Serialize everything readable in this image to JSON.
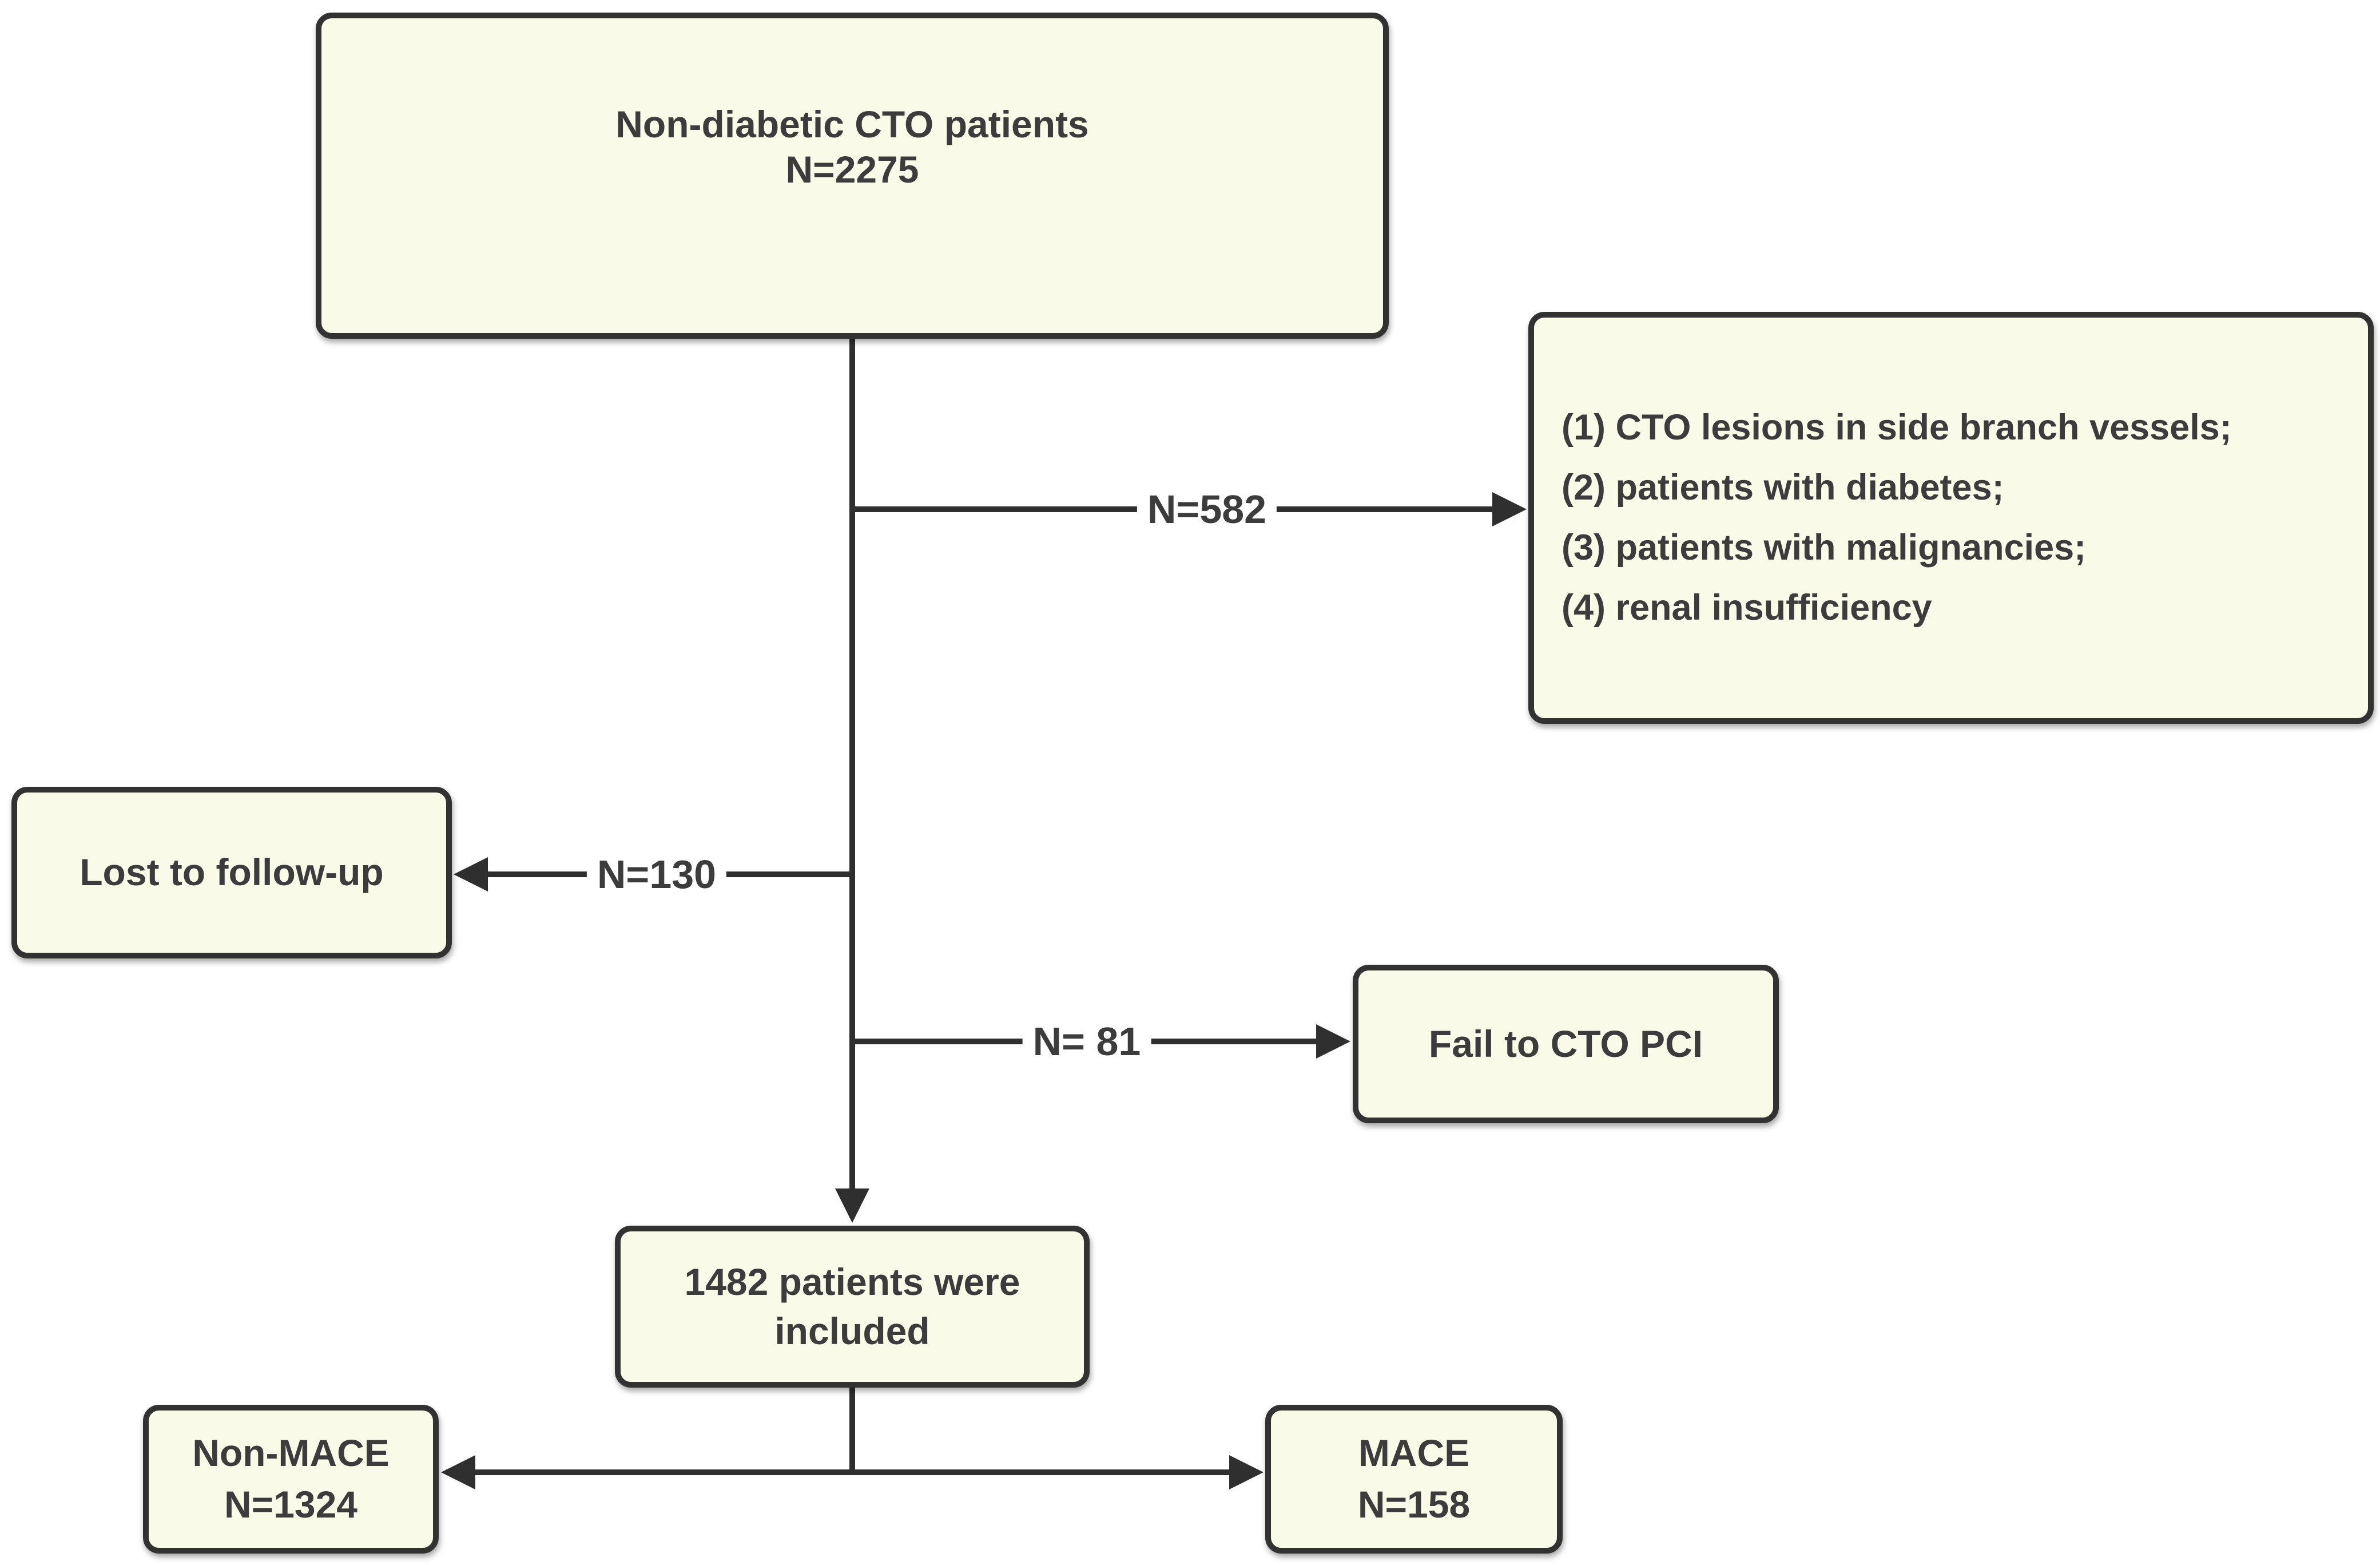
{
  "diagram": {
    "boxes": {
      "top": {
        "lines": [
          "Non-diabetic CTO patients",
          "N=2275"
        ]
      },
      "exclusions": {
        "lines": [
          "(1) CTO lesions in side branch vessels;",
          "(2) patients with diabetes;",
          "(3) patients with malignancies;",
          "(4) renal insufficiency"
        ]
      },
      "lost": {
        "label": "Lost to follow-up"
      },
      "fail": {
        "label": "Fail to CTO PCI"
      },
      "included": {
        "lines": [
          "1482 patients were",
          "included"
        ]
      },
      "non_mace": {
        "lines": [
          "Non-MACE",
          "N=1324"
        ]
      },
      "mace": {
        "lines": [
          "MACE",
          "N=158"
        ]
      }
    },
    "edge_labels": {
      "excluded": "N=582",
      "lost": "N=130",
      "fail": "N= 81"
    },
    "colors": {
      "box_fill": "#FAFAE8",
      "box_border": "#323232",
      "text": "#3C3C3C",
      "line": "#2F2F2F",
      "background": "#FFFFFF"
    }
  }
}
